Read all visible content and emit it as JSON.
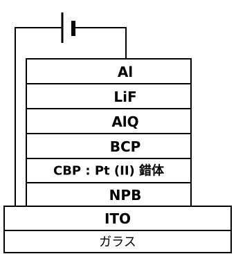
{
  "layers": [
    {
      "id": "al",
      "label": "Al"
    },
    {
      "id": "lif",
      "label": "LiF"
    },
    {
      "id": "alq",
      "label": "AlQ"
    },
    {
      "id": "bcp",
      "label": "BCP"
    },
    {
      "id": "cbp-pt",
      "label": "CBP : Pt (II) 錯体"
    },
    {
      "id": "npb",
      "label": "NPB"
    },
    {
      "id": "ito",
      "label": "ITO"
    },
    {
      "id": "glass",
      "label": "ガラス"
    }
  ],
  "colors": {
    "stroke": "#000000",
    "background": "#ffffff"
  },
  "icons": {
    "power_source": "battery-icon"
  }
}
